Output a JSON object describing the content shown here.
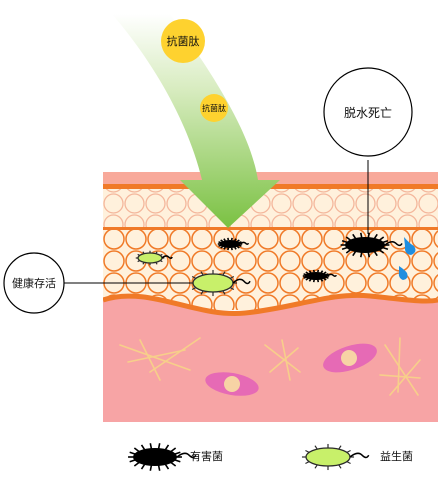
{
  "bubbles": {
    "large": "抗菌肽",
    "small": "抗菌肽"
  },
  "callouts": {
    "dehydration": "脱水死亡",
    "survival": "健康存活"
  },
  "legend": {
    "harmful": "有害菌",
    "beneficial": "益生菌"
  },
  "colors": {
    "arrow_top": "#ffffff",
    "arrow_bottom": "#7ac142",
    "skin_top": "#f8a99a",
    "cell_fill": "#fff1dc",
    "cell_border": "#f07a28",
    "dermis": "#f7a4a5",
    "bubble": "#fed22f",
    "harmful": "#000000",
    "beneficial": "#c8f06a"
  }
}
